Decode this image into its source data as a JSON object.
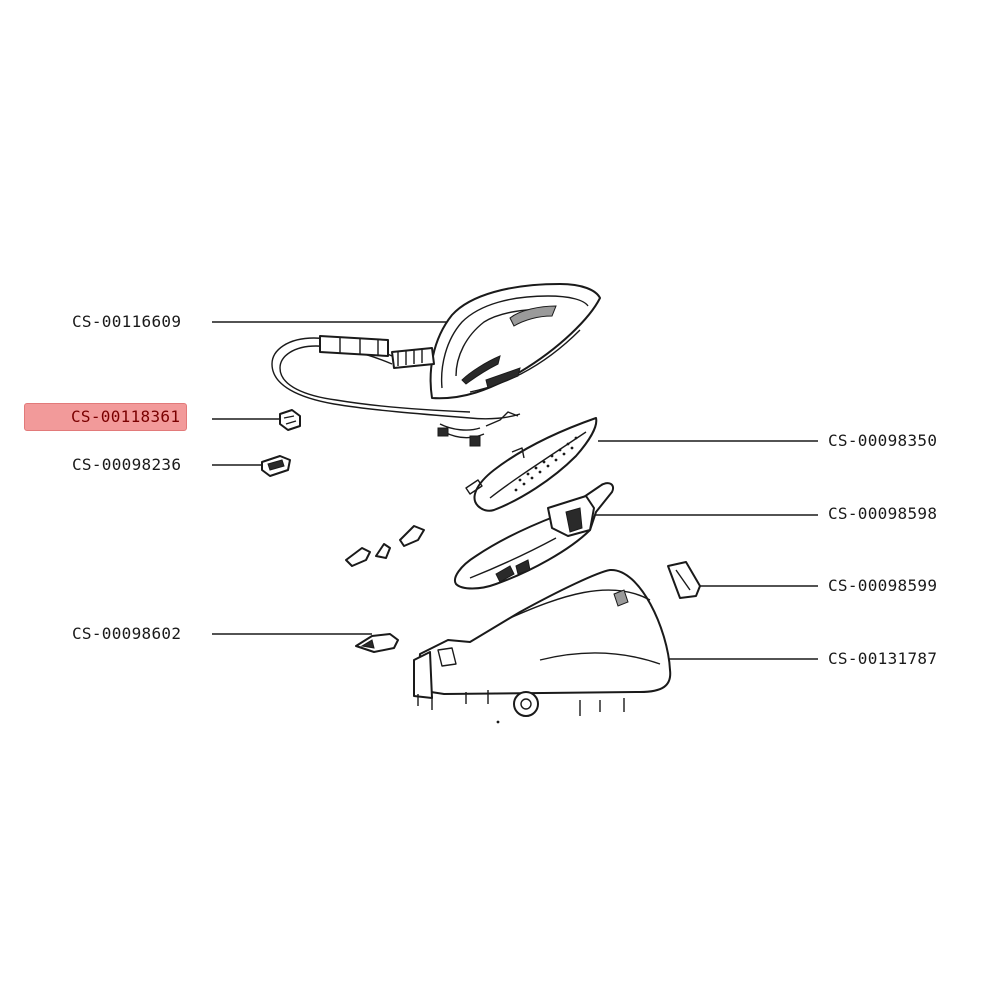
{
  "highlight_color": "#f29a9a",
  "parts": [
    {
      "code": "CS-00116609",
      "icon": "iron-with-cord"
    },
    {
      "code": "CS-00118361",
      "icon": "small-clip",
      "highlighted": true
    },
    {
      "code": "CS-00098236",
      "icon": "small-bracket"
    },
    {
      "code": "CS-00098350",
      "icon": "soleplate"
    },
    {
      "code": "CS-00098598",
      "icon": "inner-housing"
    },
    {
      "code": "CS-00098599",
      "icon": "rear-cover-piece"
    },
    {
      "code": "CS-00098602",
      "icon": "button-set"
    },
    {
      "code": "CS-00131787",
      "icon": "base-station"
    }
  ]
}
